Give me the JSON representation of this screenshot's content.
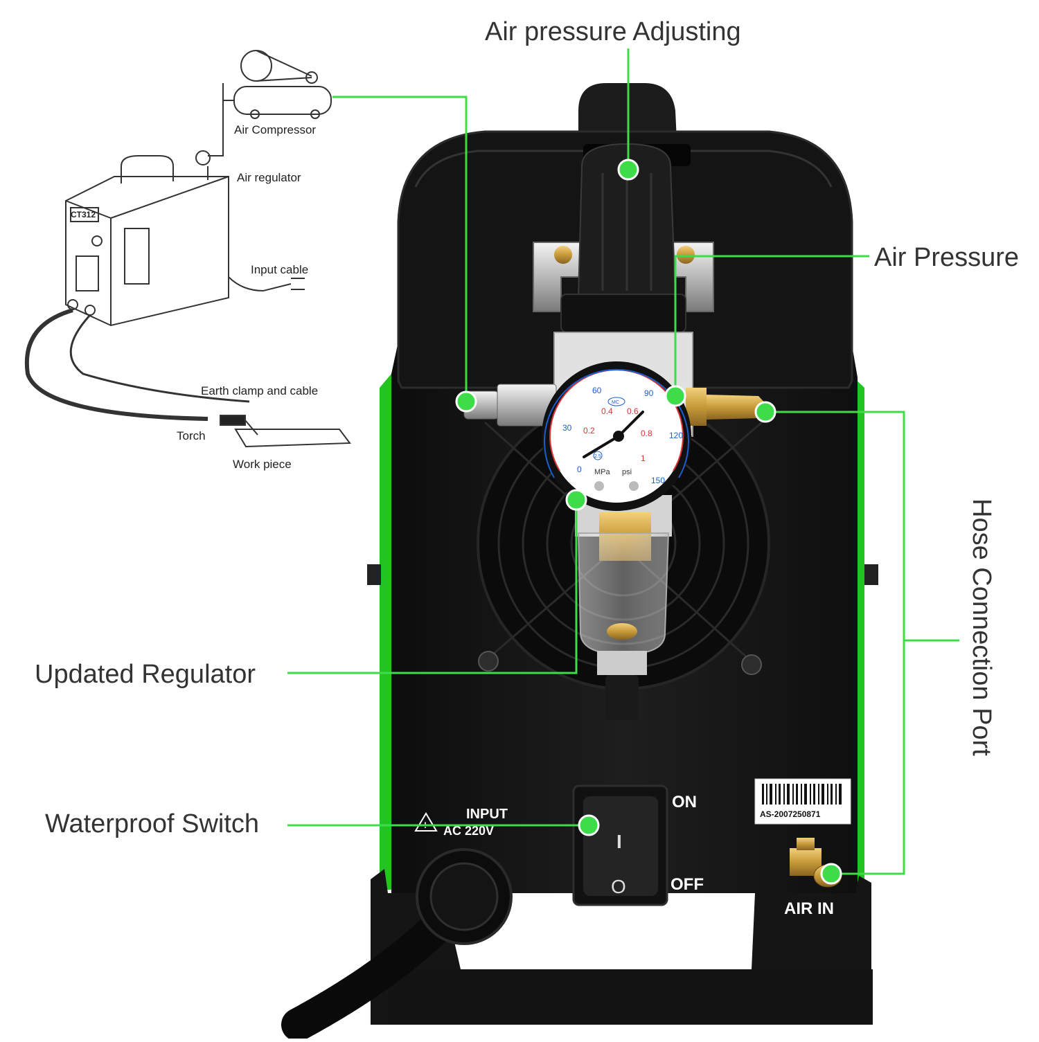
{
  "callouts": {
    "air_pressure_adjusting": "Air pressure Adjusting",
    "air_pressure": "Air Pressure",
    "hose_connection_port": "Hose Connection Port",
    "updated_regulator": "Updated Regulator",
    "waterproof_switch": "Waterproof Switch"
  },
  "inset": {
    "air_compressor": "Air Compressor",
    "air_regulator": "Air regulator",
    "input_cable": "Input cable",
    "earth_clamp": "Earth clamp and cable",
    "torch": "Torch",
    "work_piece": "Work piece",
    "model": "CT312"
  },
  "panel": {
    "input_label": "INPUT",
    "input_voltage": "AC 220V",
    "on_label": "ON",
    "off_label": "OFF",
    "switch_on_symbol": "I",
    "switch_off_symbol": "O",
    "air_in_label": "AIR IN",
    "serial_sticker": "AS-2007250871"
  },
  "gauge": {
    "mpa_ticks": [
      "0.2",
      "0.4",
      "0.6",
      "0.8",
      "1"
    ],
    "psi_ticks": [
      "0",
      "30",
      "60",
      "90",
      "120",
      "150"
    ],
    "unit_mpa": "MPa",
    "unit_psi": "psi",
    "center_mark": "2.5",
    "brand_mark": "MC"
  },
  "colors": {
    "callout_green": "#3fdc4a",
    "body_black": "#1a1a1a",
    "edge_green": "#22c322"
  }
}
